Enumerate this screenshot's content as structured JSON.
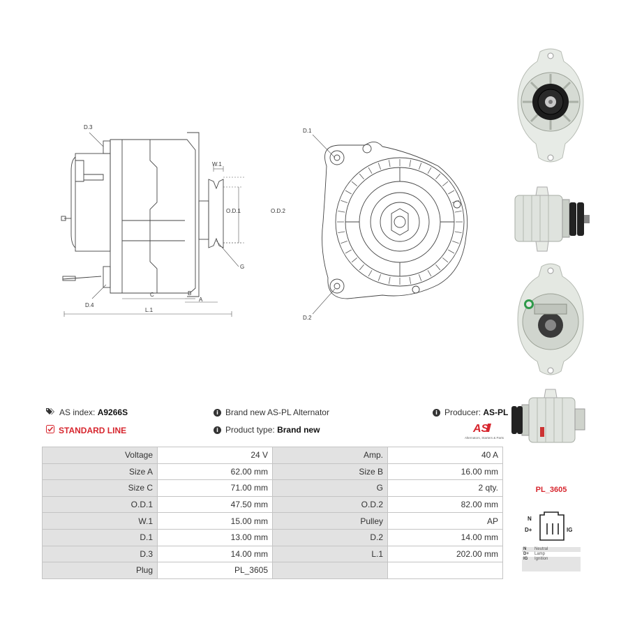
{
  "drawing_labels": {
    "d3": "D.3",
    "d4": "D.4",
    "w1": "W.1",
    "od1": "O.D.1",
    "od2": "O.D.2",
    "g": "G",
    "c": "C",
    "b": "B",
    "a": "A",
    "l1": "L.1",
    "d1": "D.1",
    "d2": "D.2"
  },
  "info": {
    "as_index_label": "AS index:",
    "as_index_value": "A9266S",
    "description": "Brand new AS-PL Alternator",
    "producer_label": "Producer:",
    "producer_value": "AS-PL",
    "standard_line": "STANDARD LINE",
    "product_type_label": "Product type:",
    "product_type_value": "Brand new"
  },
  "logo": {
    "text": "AS",
    "tagline": "Alternators, Starters & Parts",
    "brand_color": "#d7262e"
  },
  "specs": [
    {
      "k1": "Voltage",
      "v1": "24 V",
      "k2": "Amp.",
      "v2": "40 A"
    },
    {
      "k1": "Size A",
      "v1": "62.00 mm",
      "k2": "Size B",
      "v2": "16.00 mm"
    },
    {
      "k1": "Size C",
      "v1": "71.00 mm",
      "k2": "G",
      "v2": "2 qty."
    },
    {
      "k1": "O.D.1",
      "v1": "47.50 mm",
      "k2": "O.D.2",
      "v2": "82.00 mm"
    },
    {
      "k1": "W.1",
      "v1": "15.00 mm",
      "k2": "Pulley",
      "v2": "AP"
    },
    {
      "k1": "D.1",
      "v1": "13.00 mm",
      "k2": "D.2",
      "v2": "14.00 mm"
    },
    {
      "k1": "D.3",
      "v1": "14.00 mm",
      "k2": "L.1",
      "v2": "202.00 mm"
    },
    {
      "k1": "Plug",
      "v1": "PL_3605",
      "k2": "",
      "v2": ""
    }
  ],
  "plug": {
    "code": "PL_3605",
    "pins": {
      "n": "N",
      "dplus": "D+",
      "ig": "IG"
    },
    "legend": [
      {
        "code": "N",
        "desc": "Neutral"
      },
      {
        "code": "D+",
        "desc": "Lamp"
      },
      {
        "code": "IG",
        "desc": "Ignition"
      }
    ]
  }
}
